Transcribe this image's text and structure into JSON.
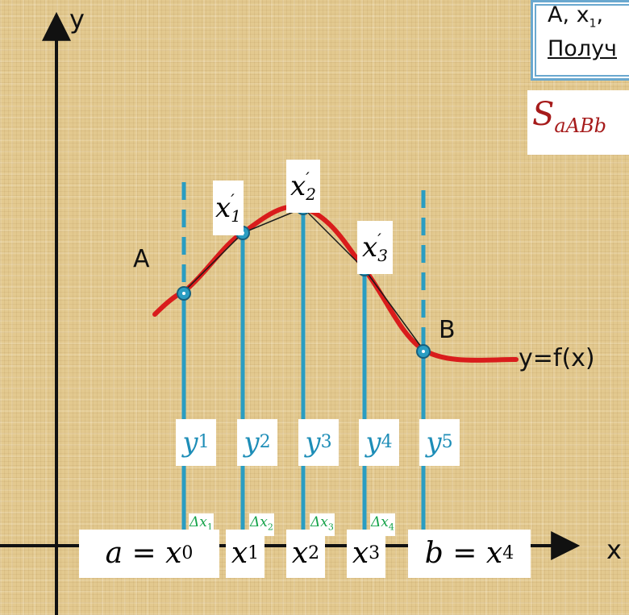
{
  "axis_labels": {
    "y": "y",
    "x": "x"
  },
  "curve_label": "y=f(x)",
  "points": {
    "A": "A",
    "B": "B"
  },
  "top_labels": [
    {
      "base": "x",
      "sup": "′",
      "sub": "1"
    },
    {
      "base": "x",
      "sup": "′",
      "sub": "2"
    },
    {
      "base": "x",
      "sup": "′",
      "sub": "3"
    }
  ],
  "ordinates": [
    {
      "base": "y",
      "sub": "1"
    },
    {
      "base": "y",
      "sub": "2"
    },
    {
      "base": "y",
      "sub": "3"
    },
    {
      "base": "y",
      "sub": "4"
    },
    {
      "base": "y",
      "sub": "5"
    }
  ],
  "deltas": [
    {
      "base": "Δx",
      "sub": "1"
    },
    {
      "base": "Δx",
      "sub": "2"
    },
    {
      "base": "Δx",
      "sub": "3"
    },
    {
      "base": "Δx",
      "sub": "4"
    }
  ],
  "bottom_labels": {
    "a": "a = x",
    "a_sub": "0",
    "x1": "x",
    "x1_sub": "1",
    "x2": "x",
    "x2_sub": "2",
    "x3": "x",
    "x3_sub": "3",
    "b": "b = x",
    "b_sub": "4"
  },
  "info_box": {
    "line1": "A, x",
    "line1_sub": "1",
    "line1_tail": ",",
    "line2": "Получ"
  },
  "formula": {
    "base": "S",
    "sub": "aABb"
  },
  "colors": {
    "curve": "#d91c1c",
    "ordinate": "#2a9dc2",
    "delta": "#16a34a",
    "formula": "#a61b1b",
    "box_border": "#6aa8cf"
  }
}
